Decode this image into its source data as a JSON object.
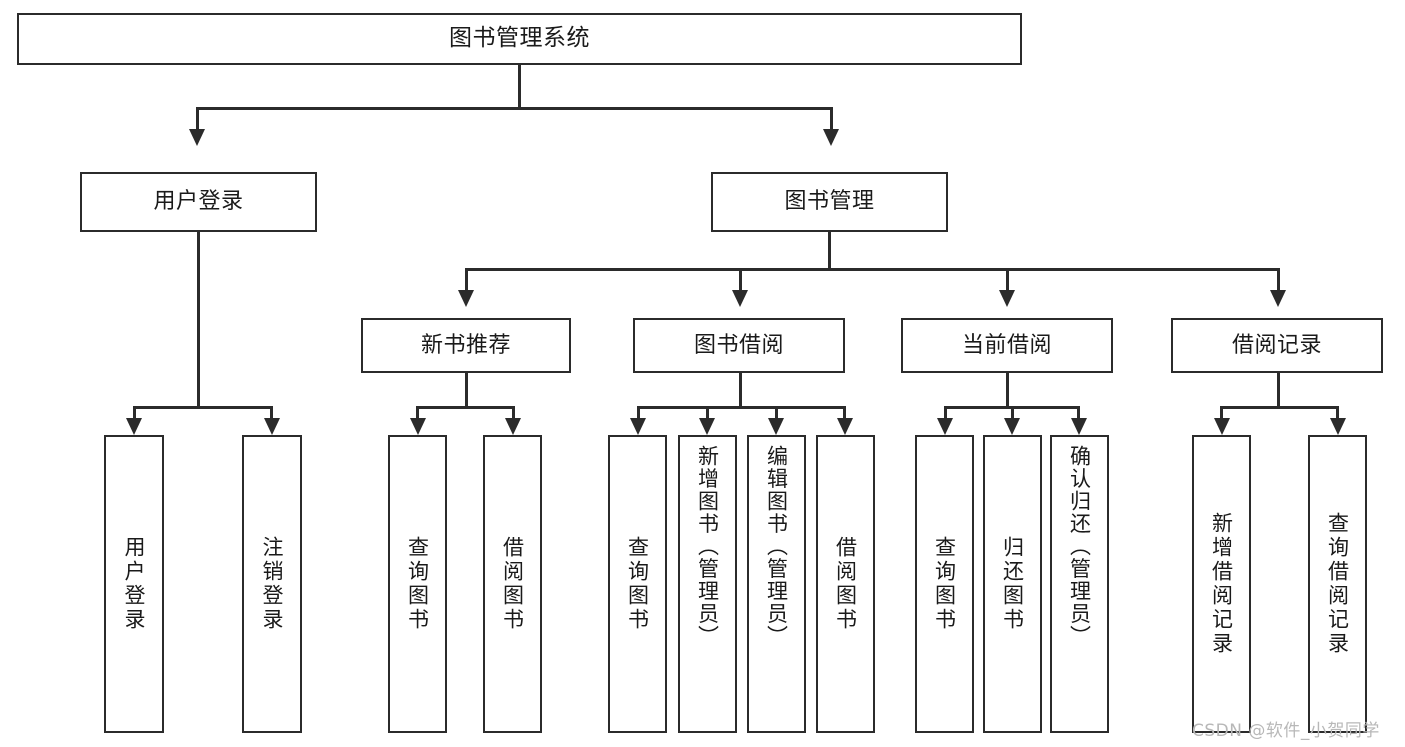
{
  "diagram": {
    "type": "tree-hierarchy-chart",
    "title": "图书管理系统",
    "colors": {
      "box_border": "#2b2b2b",
      "box_fill": "#ffffff",
      "connector": "#2b2b2b",
      "text": "#1a1a1a",
      "watermark": "#b8b8b8",
      "background": "#ffffff"
    }
  },
  "root": {
    "label": "图书管理系统"
  },
  "level2": [
    {
      "label": "用户登录"
    },
    {
      "label": "图书管理"
    }
  ],
  "level3": [
    {
      "label": "新书推荐"
    },
    {
      "label": "图书借阅"
    },
    {
      "label": "当前借阅"
    },
    {
      "label": "借阅记录"
    }
  ],
  "leaves": {
    "user_login": [
      {
        "label": "用户登录"
      },
      {
        "label": "注销登录"
      }
    ],
    "new_book_recommend": [
      {
        "label": "查询图书"
      },
      {
        "label": "借阅图书"
      }
    ],
    "book_borrow": [
      {
        "label": "查询图书"
      },
      {
        "label": "新增图书（管理员）"
      },
      {
        "label": "编辑图书（管理员）"
      },
      {
        "label": "借阅图书"
      }
    ],
    "current_borrow": [
      {
        "label": "查询图书"
      },
      {
        "label": "归还图书"
      },
      {
        "label": "确认归还（管理员）"
      }
    ],
    "borrow_record": [
      {
        "label": "新增借阅记录"
      },
      {
        "label": "查询借阅记录"
      }
    ]
  },
  "watermark": {
    "text": "CSDN @软件_小贺同学"
  }
}
